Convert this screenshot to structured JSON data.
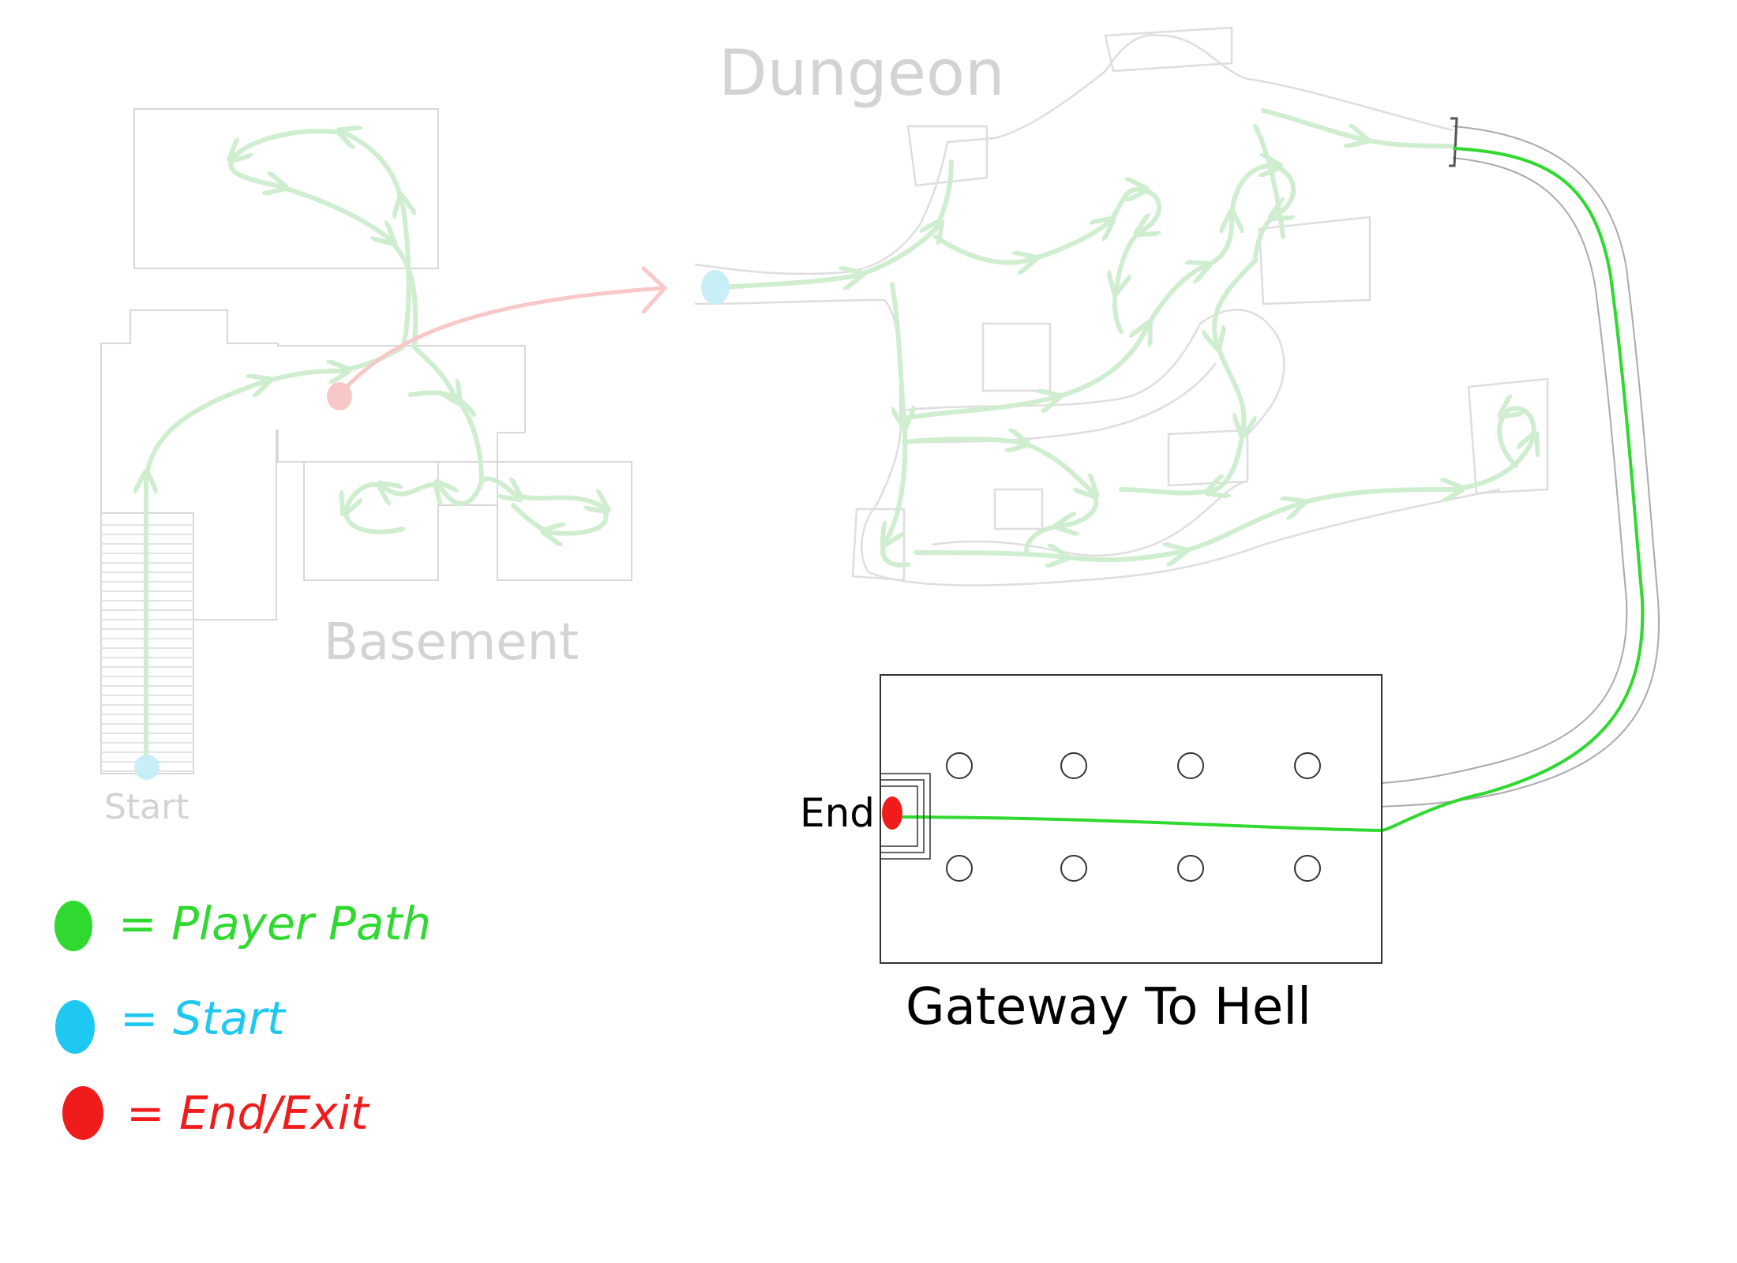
{
  "labels": {
    "dungeon": "Dungeon",
    "basement": "Basement",
    "start": "Start",
    "end": "End",
    "gateway": "Gateway To Hell"
  },
  "legend": [
    {
      "text": "= Player Path",
      "color": "#2fd92f",
      "icon": "green-dot-icon"
    },
    {
      "text": "= Start",
      "color": "#1ec8f0",
      "icon": "blue-dot-icon"
    },
    {
      "text": "= End/Exit",
      "color": "#f01c1c",
      "icon": "red-dot-icon"
    }
  ],
  "colors": {
    "path": "#2fd92f",
    "path_faded": "#cfeecf",
    "start": "#1ec8f0",
    "start_faded": "#c8eef8",
    "end": "#f01c1c",
    "end_faded": "#f8c8c8",
    "walls_faded": "#d8d8d8",
    "walls": "#333333"
  },
  "gateway_pillars": {
    "rows": 2,
    "per_row": 4
  }
}
